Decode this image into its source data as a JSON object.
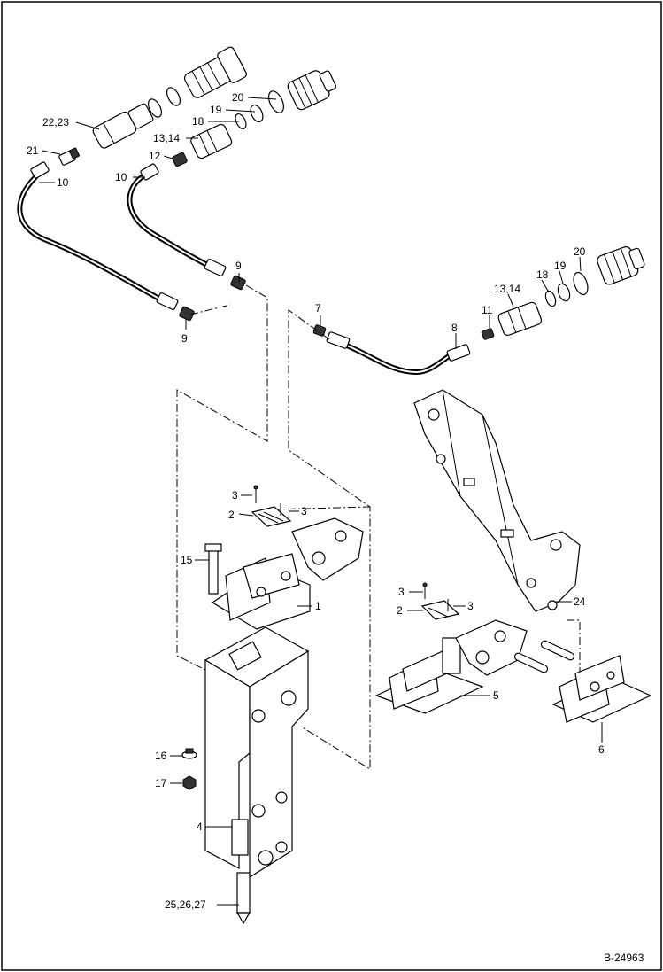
{
  "reference": "B-24963",
  "callouts": {
    "c_22_23": "22,23",
    "c_21": "21",
    "c_10a": "10",
    "c_10b": "10",
    "c_9a": "9",
    "c_9b": "9",
    "c_20a": "20",
    "c_19a": "19",
    "c_18a": "18",
    "c_13_14a": "13,14",
    "c_12": "12",
    "c_7": "7",
    "c_8": "8",
    "c_11": "11",
    "c_13_14b": "13,14",
    "c_18b": "18",
    "c_19b": "19",
    "c_20b": "20",
    "c_3a": "3",
    "c_3b": "3",
    "c_2a": "2",
    "c_15": "15",
    "c_1": "1",
    "c_3c": "3",
    "c_3d": "3",
    "c_2b": "2",
    "c_24": "24",
    "c_5": "5",
    "c_6": "6",
    "c_16": "16",
    "c_17": "17",
    "c_4": "4",
    "c_25_26_27": "25,26,27"
  }
}
